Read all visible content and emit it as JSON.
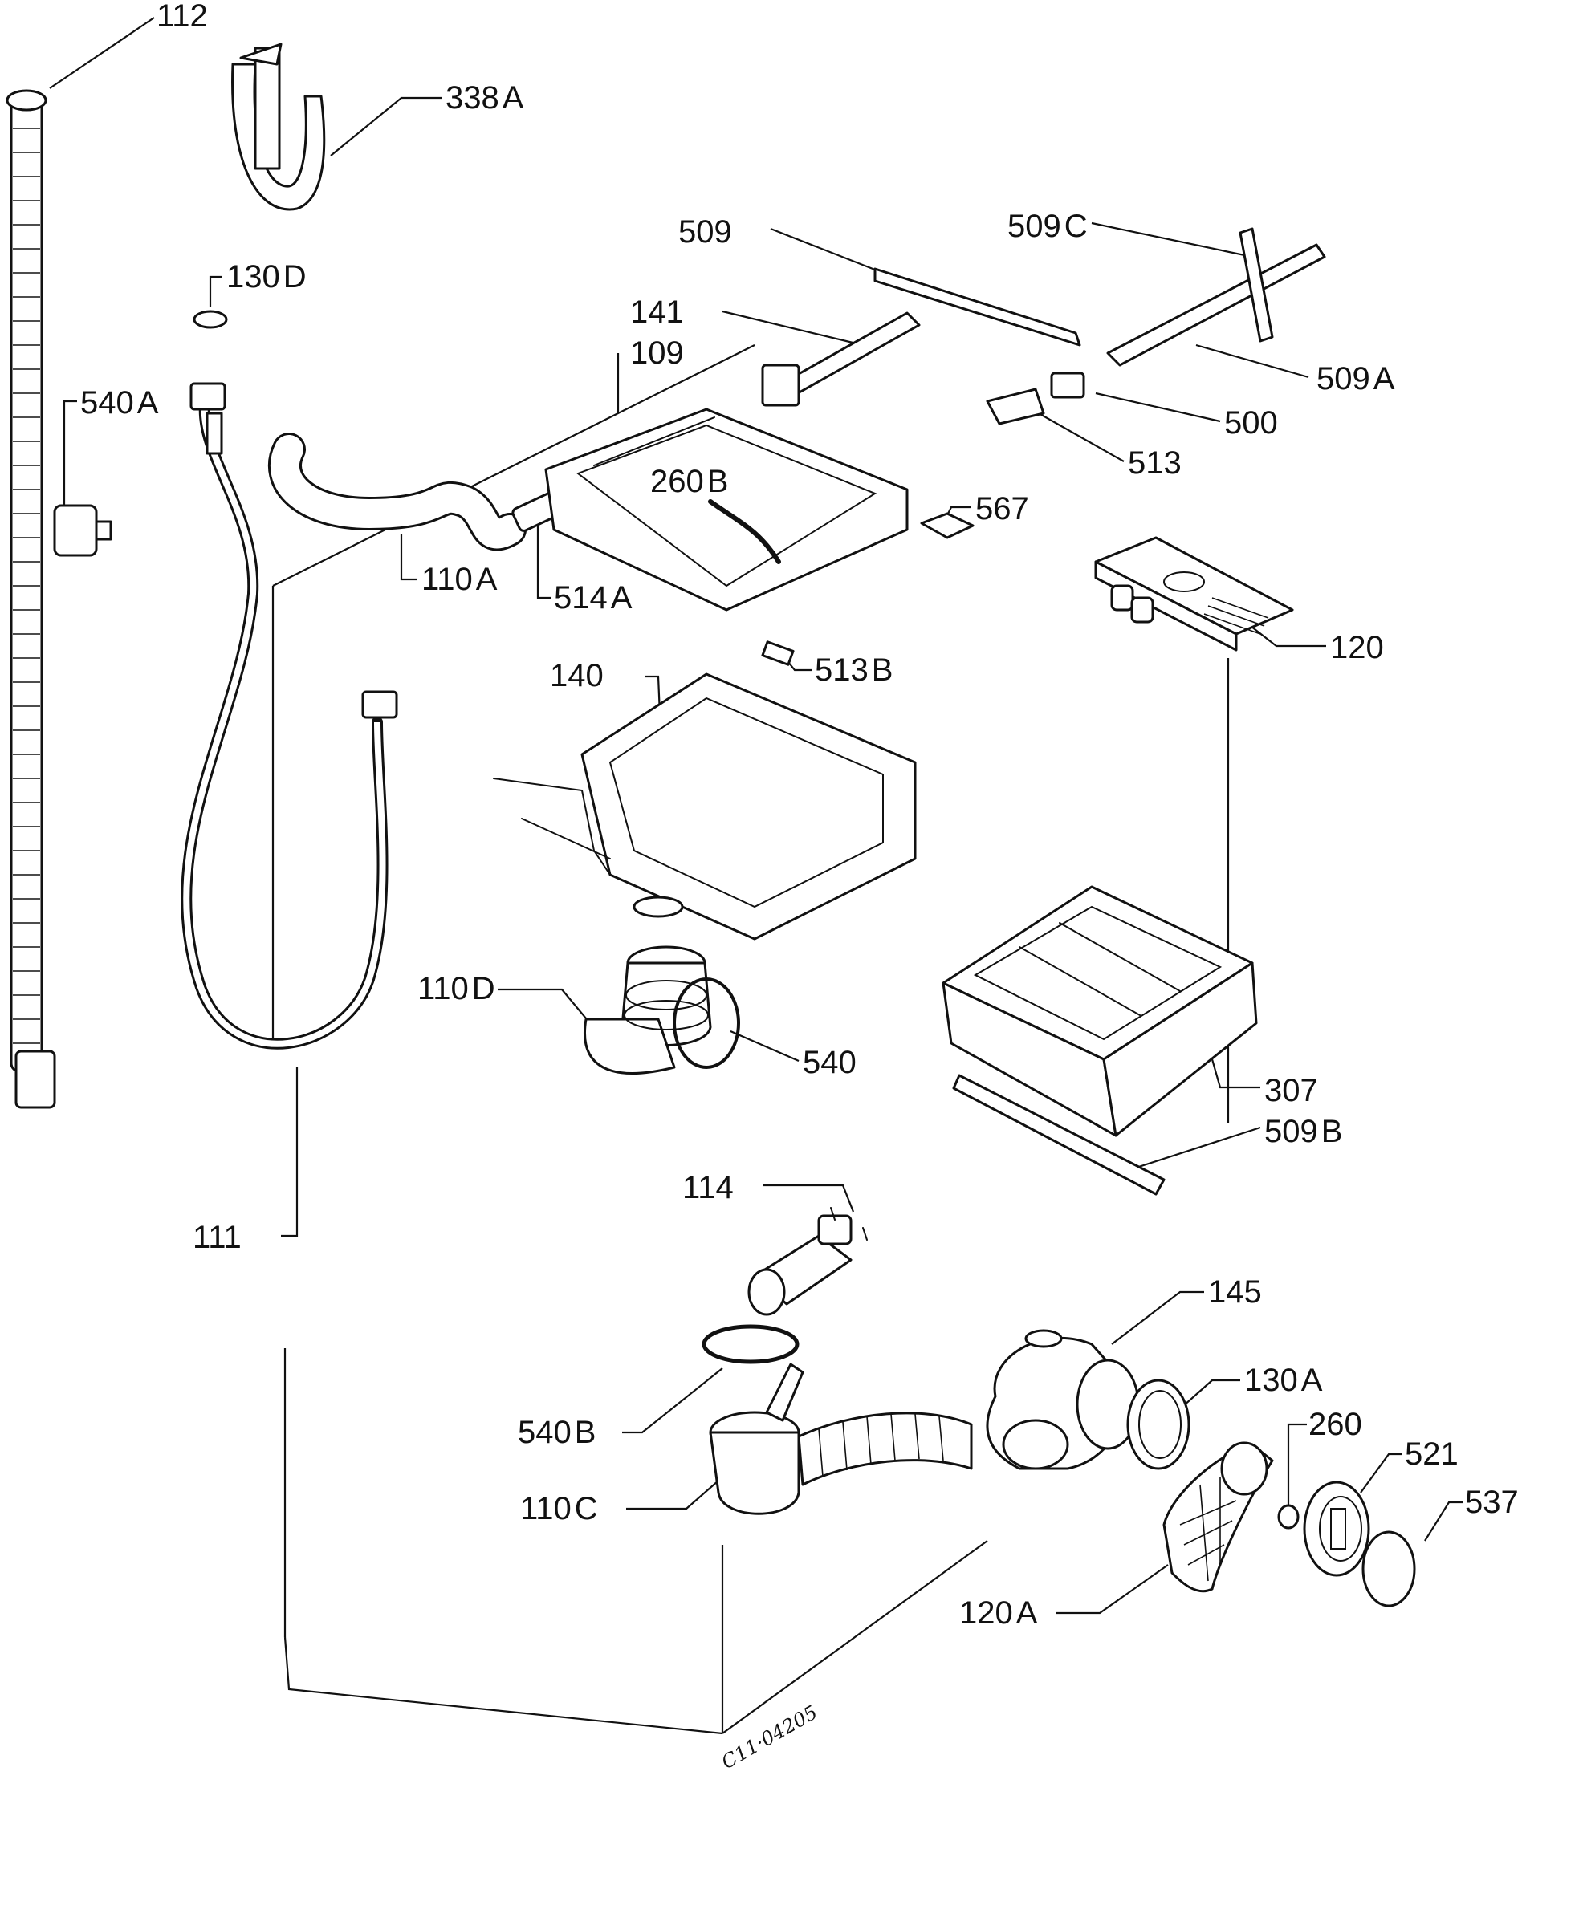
{
  "diagram_code": "C11·04205",
  "callouts": [
    {
      "id": "112",
      "num": "112",
      "suffix": ""
    },
    {
      "id": "338A",
      "num": "338",
      "suffix": "A"
    },
    {
      "id": "130D",
      "num": "130",
      "suffix": "D"
    },
    {
      "id": "540A",
      "num": "540",
      "suffix": "A"
    },
    {
      "id": "109",
      "num": "109",
      "suffix": ""
    },
    {
      "id": "141",
      "num": "141",
      "suffix": ""
    },
    {
      "id": "509",
      "num": "509",
      "suffix": ""
    },
    {
      "id": "509C",
      "num": "509",
      "suffix": "C"
    },
    {
      "id": "509A",
      "num": "509",
      "suffix": "A"
    },
    {
      "id": "500",
      "num": "500",
      "suffix": ""
    },
    {
      "id": "513",
      "num": "513",
      "suffix": ""
    },
    {
      "id": "567",
      "num": "567",
      "suffix": ""
    },
    {
      "id": "260B",
      "num": "260",
      "suffix": "B"
    },
    {
      "id": "110A",
      "num": "110",
      "suffix": "A"
    },
    {
      "id": "514A",
      "num": "514",
      "suffix": "A"
    },
    {
      "id": "120",
      "num": "120",
      "suffix": ""
    },
    {
      "id": "513B",
      "num": "513",
      "suffix": "B"
    },
    {
      "id": "140",
      "num": "140",
      "suffix": ""
    },
    {
      "id": "110D",
      "num": "110",
      "suffix": "D"
    },
    {
      "id": "540",
      "num": "540",
      "suffix": ""
    },
    {
      "id": "307",
      "num": "307",
      "suffix": ""
    },
    {
      "id": "509B",
      "num": "509",
      "suffix": "B"
    },
    {
      "id": "114",
      "num": "114",
      "suffix": ""
    },
    {
      "id": "111",
      "num": "111",
      "suffix": ""
    },
    {
      "id": "145",
      "num": "145",
      "suffix": ""
    },
    {
      "id": "130A",
      "num": "130",
      "suffix": "A"
    },
    {
      "id": "260",
      "num": "260",
      "suffix": ""
    },
    {
      "id": "521",
      "num": "521",
      "suffix": ""
    },
    {
      "id": "537",
      "num": "537",
      "suffix": ""
    },
    {
      "id": "540B",
      "num": "540",
      "suffix": "B"
    },
    {
      "id": "110C",
      "num": "110",
      "suffix": "C"
    },
    {
      "id": "120A",
      "num": "120",
      "suffix": "A"
    }
  ]
}
